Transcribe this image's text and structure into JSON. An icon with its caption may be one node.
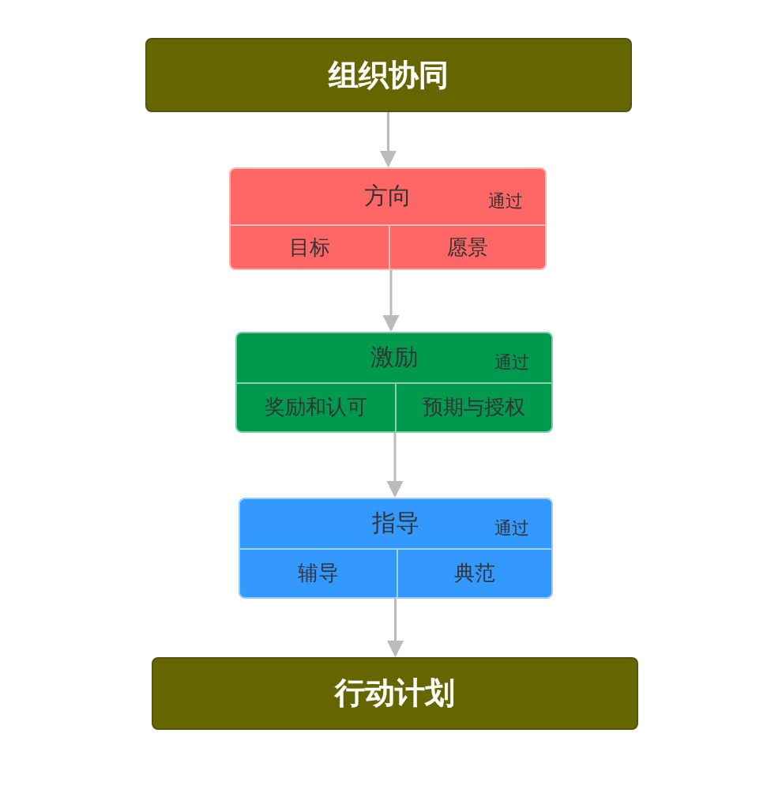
{
  "diagram": {
    "nodes": [
      {
        "text": [
          "组织协同"
        ]
      },
      {
        "text": [
          "方向",
          "通过"
        ]
      },
      {
        "text": [
          "目标"
        ],
        "in": 1
      },
      {
        "text": [
          "愿景"
        ],
        "in": 1
      },
      {
        "text": [
          "激励",
          "通过"
        ]
      },
      {
        "text": [
          "奖励和认可"
        ],
        "in": 4
      },
      {
        "text": [
          "预期与授权"
        ],
        "in": 4
      },
      {
        "text": [
          "指导",
          "通过"
        ]
      },
      {
        "text": [
          "辅导"
        ],
        "in": 7
      },
      {
        "text": [
          "典范"
        ],
        "in": 7
      },
      {
        "text": [
          "行动计划"
        ]
      }
    ],
    "edges": [
      {
        "from": 0,
        "to": 1,
        "arrow": "to"
      },
      {
        "from": 1,
        "to": 4,
        "arrow": "to"
      },
      {
        "from": 4,
        "to": 7,
        "arrow": "to"
      },
      {
        "from": 7,
        "to": 10,
        "arrow": "to"
      }
    ]
  }
}
